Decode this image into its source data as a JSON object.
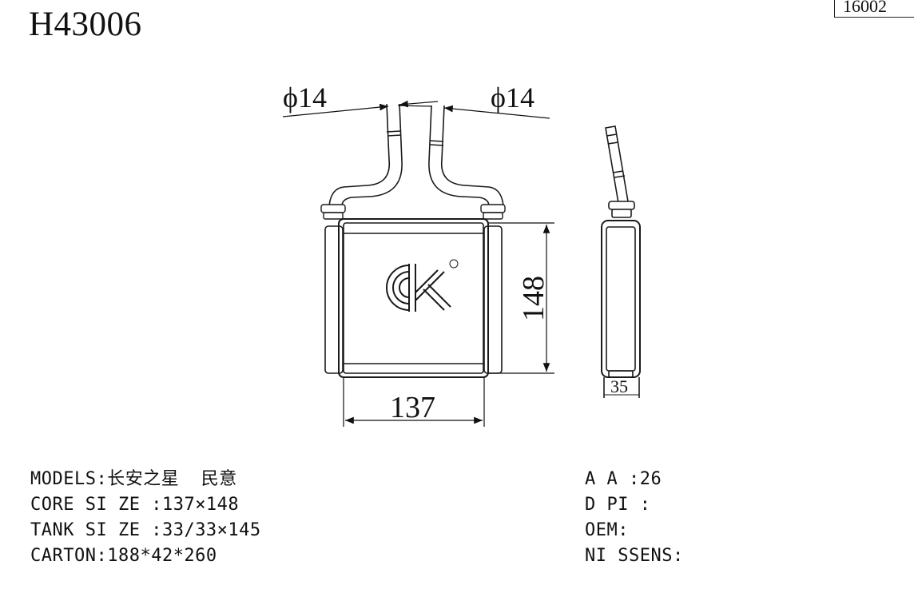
{
  "header": {
    "part_number": "H43006",
    "ref_code": "16002"
  },
  "drawing": {
    "pipe_diameter_left": "ϕ14",
    "pipe_diameter_right": "ϕ14",
    "height_dim": "148",
    "width_dim": "137",
    "depth_dim": "35",
    "logo_mark": "ck",
    "registered_mark": "®"
  },
  "specs_left": [
    {
      "label": "MODELS:",
      "value": "长安之星  民意"
    },
    {
      "label": "CORE SI ZE :",
      "value": "137×148"
    },
    {
      "label": "TANK SI ZE :",
      "value": "33/33×145"
    },
    {
      "label": "CARTON:",
      "value": "188*42*260"
    }
  ],
  "specs_right": [
    {
      "label": "A A :",
      "value": "26"
    },
    {
      "label": "D PI :",
      "value": ""
    },
    {
      "label": "OEM:",
      "value": ""
    },
    {
      "label": "NI SSENS:",
      "value": ""
    }
  ],
  "colors": {
    "line": "#1a1a1a",
    "fill": "#ffffff"
  }
}
